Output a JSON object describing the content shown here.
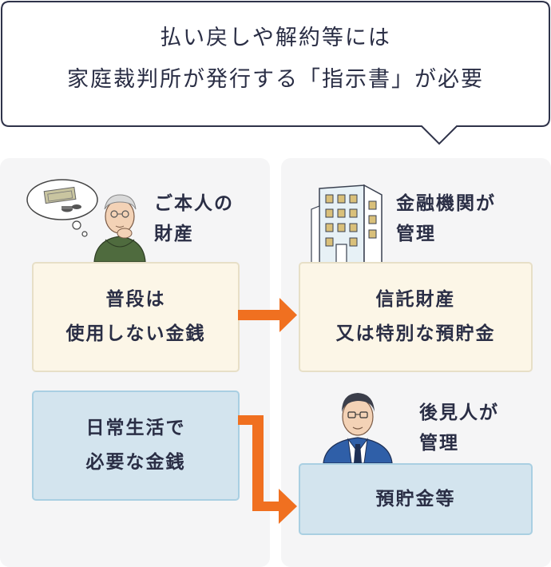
{
  "speech_bubble": {
    "line1": "払い戻しや解約等には",
    "line2": "家庭裁判所が発行する「指示書」が必要"
  },
  "left_panel": {
    "label_line1": "ご本人の",
    "label_line2": "財産",
    "box_top_line1": "普段は",
    "box_top_line2": "使用しない金銭",
    "box_bottom_line1": "日常生活で",
    "box_bottom_line2": "必要な金銭"
  },
  "right_panel": {
    "label_top_line1": "金融機関が",
    "label_top_line2": "管理",
    "box_top_line1": "信託財産",
    "box_top_line2": "又は特別な預貯金",
    "label_bottom_line1": "後見人が",
    "label_bottom_line2": "管理",
    "box_bottom": "預貯金等"
  },
  "colors": {
    "arrow": "#f07020",
    "cream_box": "#fcf6e7",
    "blue_box": "#d3e4ee",
    "panel_bg": "#f5f5f6",
    "text": "#2a2e45"
  },
  "icons": [
    "money-thought-bubble-icon",
    "elderly-person-icon",
    "office-building-icon",
    "guardian-man-icon"
  ]
}
